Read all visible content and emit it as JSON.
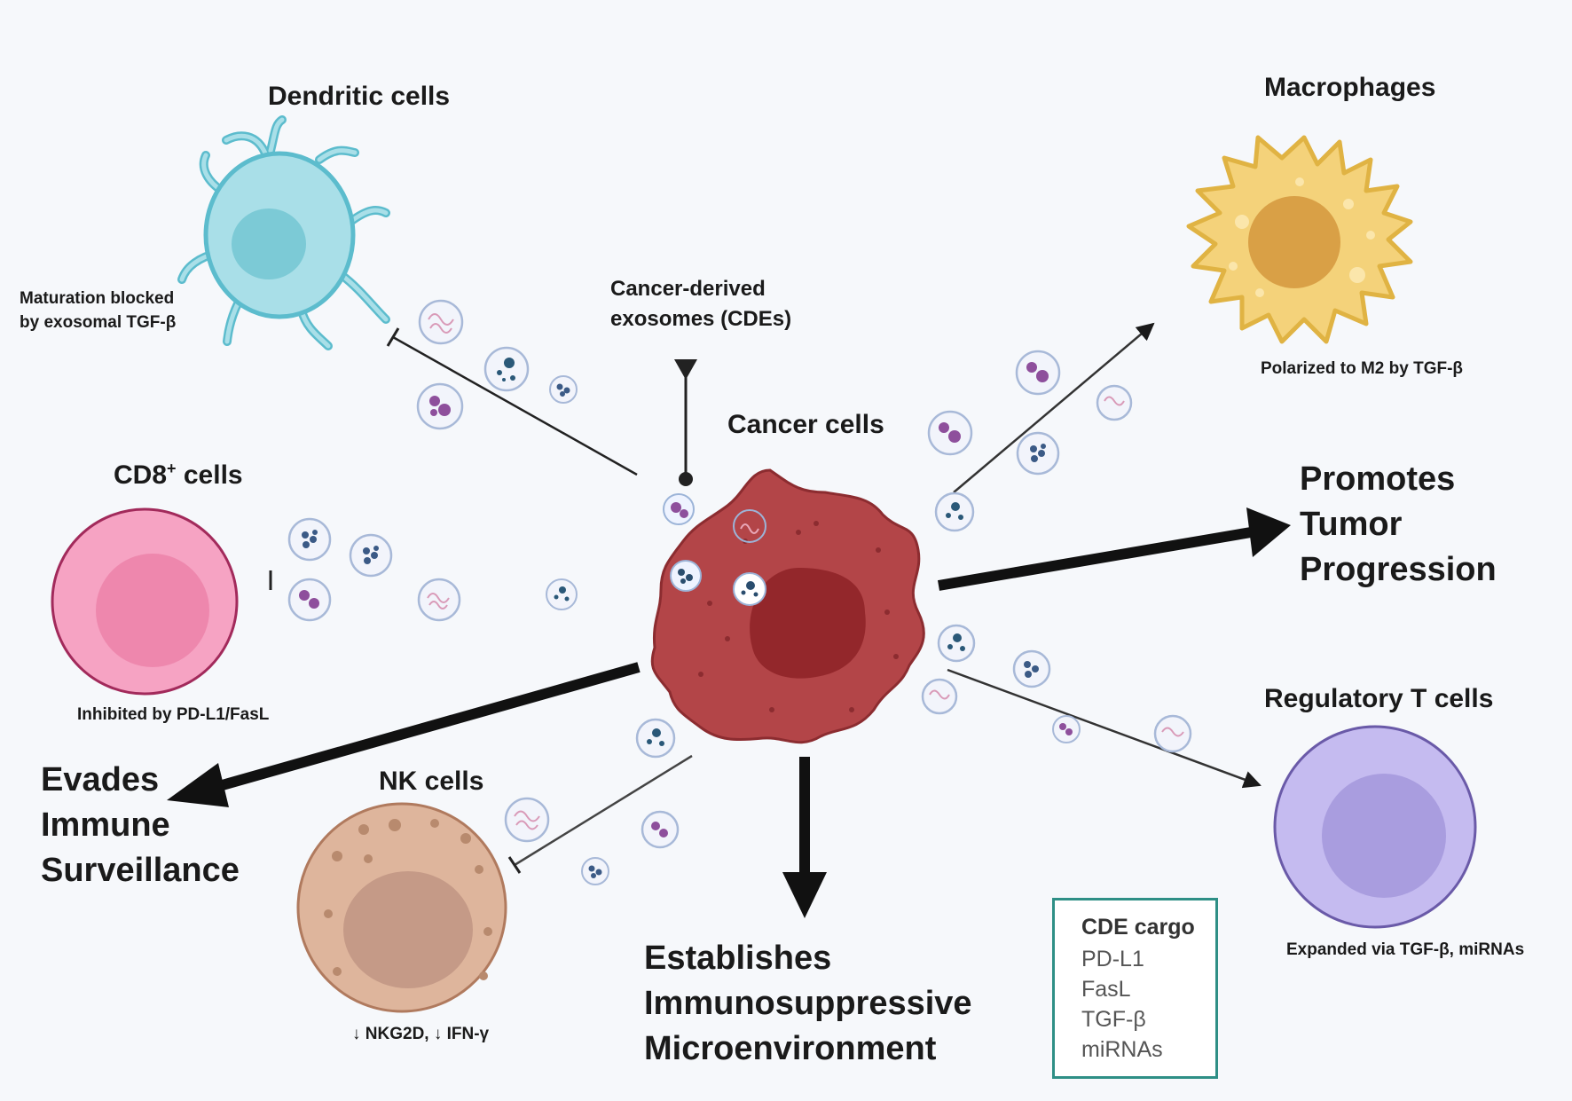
{
  "labels": {
    "dendritic_title": "Dendritic cells",
    "dendritic_note": "Maturation blocked\nby exosomal TGF-β",
    "macrophage_title": "Macrophages",
    "macrophage_note": "Polarized to M2 by TGF-β",
    "cdes_label": "Cancer-derived\nexosomes (CDEs)",
    "cancer_title": "Cancer cells",
    "cd8_title": "CD8",
    "cd8_sup": "+",
    "cd8_suffix": " cells",
    "cd8_note": "Inhibited by PD-L1/FasL",
    "nk_title": "NK cells",
    "nk_note": "↓ NKG2D, ↓ IFN-γ",
    "treg_title": "Regulatory T cells",
    "treg_note": "Expanded via TGF-β, miRNAs",
    "outcome_tumor": "Promotes\nTumor\nProgression",
    "outcome_evade": "Evades\nImmune\nSurveillance",
    "outcome_micro": "Establishes\nImmunosuppressive\nMicroenvironment"
  },
  "cargo": {
    "title": "CDE cargo",
    "items": [
      "PD-L1",
      "FasL",
      "TGF-β",
      "miRNAs"
    ]
  },
  "colors": {
    "dendritic": "#a9dfe8",
    "dendritic_stroke": "#5cbccd",
    "macrophage": "#f4d27a",
    "macrophage_stroke": "#e0b343",
    "cancer": "#b34548",
    "cancer_nucleus": "#93272b",
    "cd8": "#f6a3c3",
    "nk": "#deb59c",
    "treg": "#c5bbf0",
    "cargo_border": "#2e8f86",
    "arrow": "#111111"
  }
}
